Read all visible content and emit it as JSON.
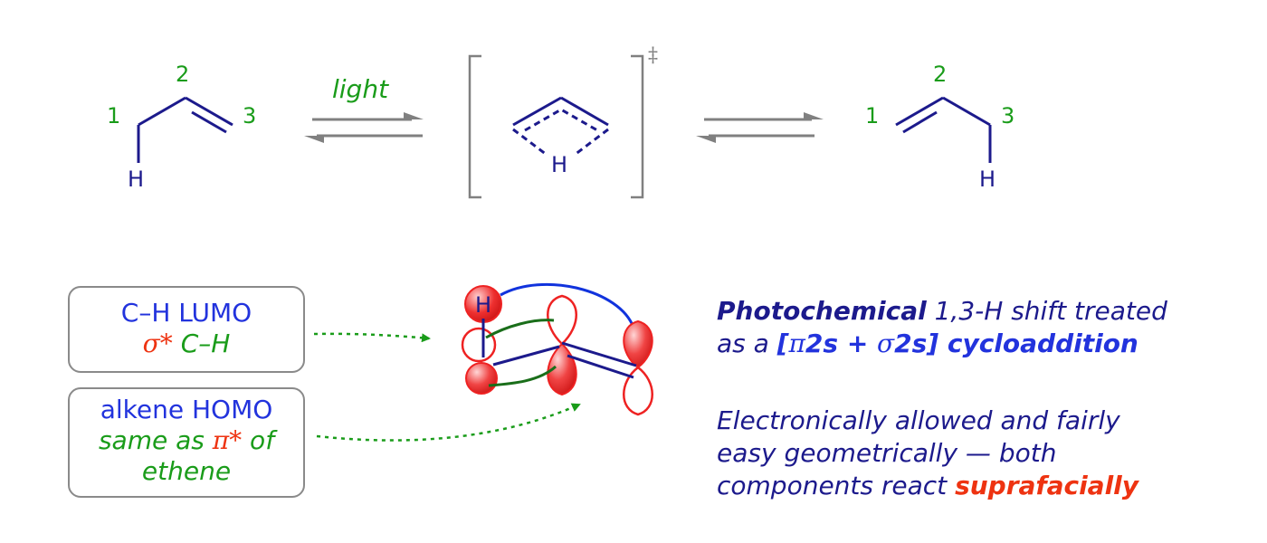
{
  "reaction": {
    "reactant": {
      "label_1": "1",
      "label_2": "2",
      "label_3": "3",
      "atom_h": "H"
    },
    "arrow_label": "light",
    "transition_state": {
      "atom_h": "H",
      "symbol": "‡"
    },
    "product": {
      "label_1": "1",
      "label_2": "2",
      "label_3": "3",
      "atom_h": "H"
    }
  },
  "boxes": {
    "lumo": {
      "line1": "C–H LUMO",
      "sigma_symbol": "σ*",
      "line2_rest": " C–H"
    },
    "homo": {
      "line1": "alkene HOMO",
      "line2_pre": "same as ",
      "pi_symbol": "π*",
      "line2_post": " of",
      "line3": "ethene"
    }
  },
  "orbital_diagram": {
    "atom_h": "H"
  },
  "description": {
    "para1": {
      "bold_word": "Photochemical",
      "rest_line1": " 1,3-H shift treated",
      "line2_pre": "as a ",
      "line2_bracket_open": "[",
      "pi_symbol": "π",
      "part_a": "2s + ",
      "sigma_symbol": "σ",
      "part_b": "2s] cycloaddition"
    },
    "para2": {
      "line1": "Electronically allowed and fairly",
      "line2": "easy geometrically — both",
      "line3_pre": "components react ",
      "line3_highlight": "suprafacially"
    }
  },
  "colors": {
    "bond": "#1c1a8c",
    "label_green": "#1a9c1a",
    "arrow_gray": "#808080",
    "lobe_red": "#ee2222",
    "overlap_green": "#1a6e1a",
    "connector_blue": "#1133dd",
    "highlight_red": "#ee3311"
  }
}
